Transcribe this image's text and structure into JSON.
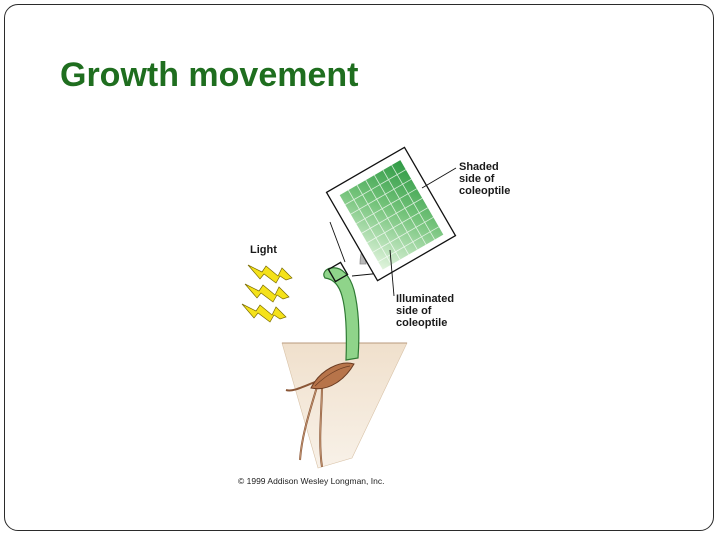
{
  "slide": {
    "title": "Growth movement"
  },
  "figure": {
    "light_label": "Light",
    "shaded_label": [
      "Shaded",
      "side of",
      "coleoptile"
    ],
    "illuminated_label": [
      "Illuminated",
      "side of",
      "coleoptile"
    ],
    "copyright": "© 1999 Addison Wesley Longman, Inc.",
    "colors": {
      "title": "#1f6e1f",
      "coleoptile": "#8fd48a",
      "cells_dark": "#3fa84e",
      "cells_light": "#d8f0d4",
      "soil": "#f2e3d2",
      "seed": "#b7744a",
      "lightning": "#f5e21a"
    }
  }
}
